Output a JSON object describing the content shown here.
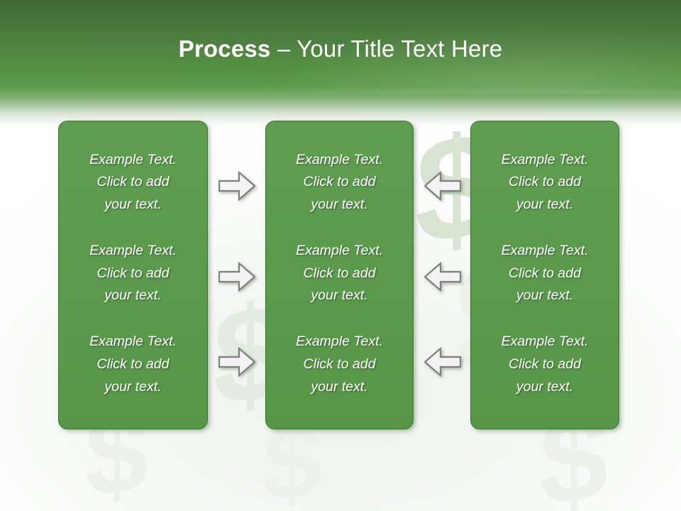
{
  "slide": {
    "title_strong": "Process",
    "title_rest": " – Your Title Text Here"
  },
  "theme": {
    "header_dark_green": "#3e6a32",
    "header_light_green": "#5d9b4d",
    "box_green": "#5b9a4d",
    "box_border_green": "#3d7233",
    "text_white": "#ffffff",
    "arrow_fill": "#f2f2f2",
    "arrow_stroke": "#7f7f7f",
    "background_white": "#ffffff",
    "watermark_green": "#d7e4d2"
  },
  "columns": [
    {
      "id": "column-1",
      "cells": [
        "Example Text.\nClick  to add\nyour text.",
        "Example Text.\nClick  to add\nyour text.",
        "Example Text.\nClick  to add\nyour text."
      ]
    },
    {
      "id": "column-2",
      "cells": [
        "Example Text.\nClick  to add\nyour text.",
        "Example Text.\nClick  to add\nyour text.",
        "Example Text.\nClick  to add\nyour text."
      ]
    },
    {
      "id": "column-3",
      "cells": [
        "Example Text.\nClick  to add\nyour text.",
        "Example Text.\nClick  to add\nyour text.",
        "Example Text.\nClick  to add\nyour text."
      ]
    }
  ],
  "connectors": {
    "left_group_direction": "right",
    "right_group_direction": "left",
    "left_group_icon": "arrow-right-icon",
    "right_group_icon": "arrow-left-icon",
    "rows": 3
  },
  "background": {
    "motif": "dollar-sign-watermark",
    "symbol": "$"
  }
}
